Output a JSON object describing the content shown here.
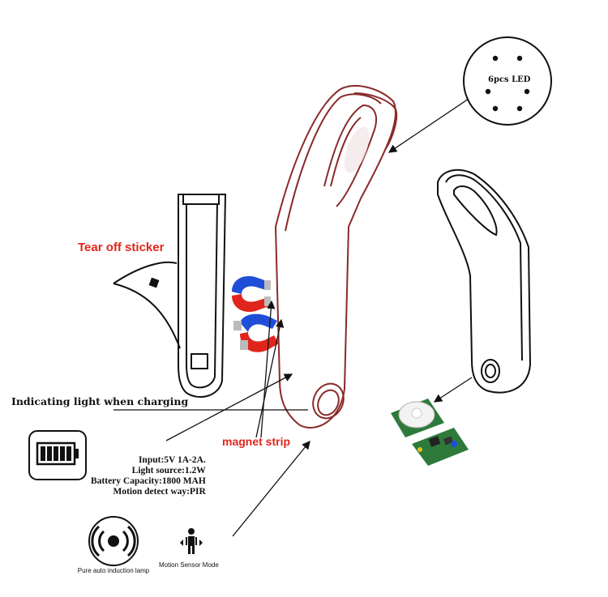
{
  "labels": {
    "tear_off_sticker": "Tear off sticker",
    "magnet_strip": "magnet strip",
    "indicating_light": "Indicating light when charging",
    "led_count": "6pcs LED",
    "pure_auto_induction_lamp": "Pure auto induction lamp",
    "motion_sensor_mode": "Motion Sensor Mode"
  },
  "specs": [
    "Input:5V 1A-2A.",
    "Light source:1.2W",
    "Battery Capacity:1800 MAH",
    "Motion detect way:PIR"
  ],
  "colors": {
    "accent_red": "#e0261c",
    "magnet_blue": "#1f4fd8",
    "lamp_outline": "#8a2a2a",
    "pcb_green": "#2d7a3a"
  },
  "icons": [
    "led-ring-icon",
    "battery-icon",
    "induction-lamp-icon",
    "person-motion-icon",
    "magnet-icon",
    "pir-sensor-icon"
  ]
}
